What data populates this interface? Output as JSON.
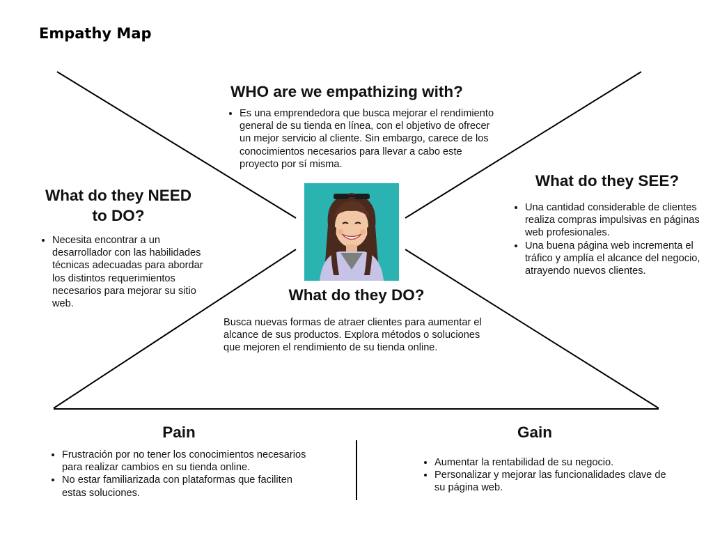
{
  "page": {
    "title": "Empathy Map"
  },
  "who": {
    "heading": "WHO are we empathizing with?",
    "items": [
      "Es una emprendedora que busca mejorar el rendimiento general de su tienda en línea, con el objetivo de ofrecer un mejor servicio al cliente. Sin embargo, carece de los conocimientos necesarios para llevar a cabo este proyecto por sí misma."
    ]
  },
  "need": {
    "heading_line1": "What do they NEED",
    "heading_line2": "to DO?",
    "items": [
      "Necesita encontrar a un desarrollador con las habilidades técnicas adecuadas para abordar los distintos requerimientos necesarios para mejorar su sitio web."
    ]
  },
  "see": {
    "heading": "What do they SEE?",
    "items": [
      "Una cantidad considerable de clientes realiza compras impulsivas en páginas web profesionales.",
      "Una buena página web incrementa el tráfico y amplía el alcance del negocio, atrayendo nuevos clientes."
    ]
  },
  "do": {
    "heading": "What do they DO?",
    "text": "Busca nuevas formas de atraer clientes para aumentar el alcance de sus productos. Explora métodos o soluciones que mejoren el rendimiento de su tienda online."
  },
  "pain": {
    "heading": "Pain",
    "items": [
      "Frustración por no tener los conocimientos necesarios para realizar cambios en su tienda online.",
      "No estar familiarizada con plataformas que faciliten estas soluciones."
    ]
  },
  "gain": {
    "heading": "Gain",
    "items": [
      "Aumentar la rentabilidad de su negocio.",
      "Personalizar y mejorar las funcionalidades clave de su página web."
    ]
  },
  "colors": {
    "line": "#000000",
    "photo_background": "#2bb3b1",
    "text": "#111111"
  }
}
